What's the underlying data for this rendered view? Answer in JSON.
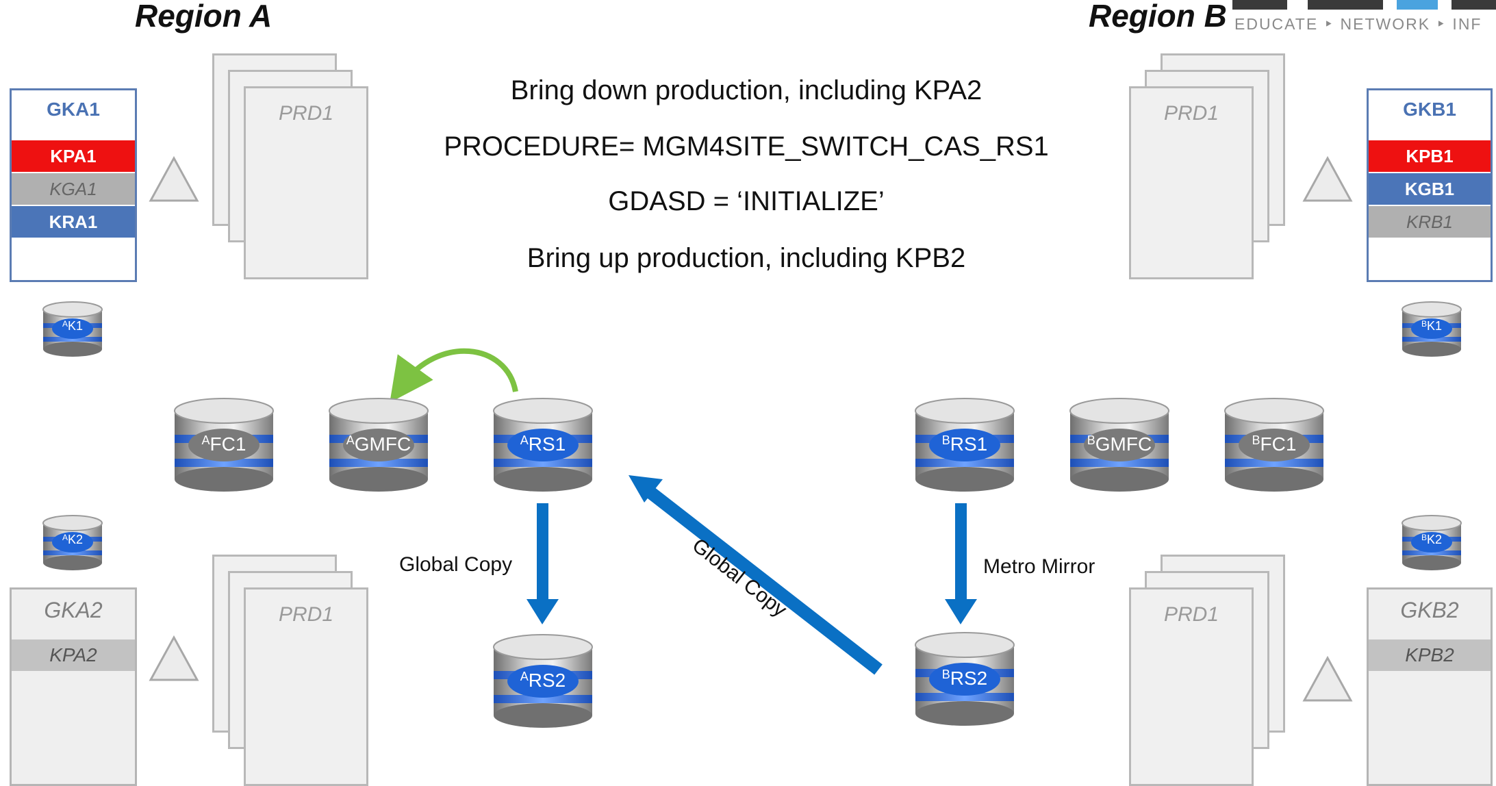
{
  "header": {
    "region_a": "Region A",
    "region_b": "Region B",
    "brand_tagline": "EDUCATE ‣ NETWORK ‣ INF"
  },
  "center_text": {
    "line1": "Bring down production, including KPA2",
    "line2": "PROCEDURE= MGM4SITE_SWITCH_CAS_RS1",
    "line3": "GDASD = ‘INITIALIZE’",
    "line4": "Bring up production, including KPB2"
  },
  "systems": {
    "gka1": {
      "title": "GKA1",
      "rows": [
        "KPA1",
        "KGA1",
        "KRA1"
      ]
    },
    "gkb1": {
      "title": "GKB1",
      "rows": [
        "KPB1",
        "KGB1",
        "KRB1"
      ]
    },
    "gka2": {
      "title": "GKA2",
      "rows": [
        "KPA2"
      ]
    },
    "gkb2": {
      "title": "GKB2",
      "rows": [
        "KPB2"
      ]
    }
  },
  "pages": {
    "label": "PRD1"
  },
  "disks": {
    "ak1": {
      "sup": "A",
      "name": "K1"
    },
    "ak2": {
      "sup": "A",
      "name": "K2"
    },
    "bk1": {
      "sup": "B",
      "name": "K1"
    },
    "bk2": {
      "sup": "B",
      "name": "K2"
    },
    "afc1": {
      "sup": "A",
      "name": "FC1"
    },
    "agmfc": {
      "sup": "A",
      "name": "GMFC"
    },
    "ars1": {
      "sup": "A",
      "name": "RS1"
    },
    "ars2": {
      "sup": "A",
      "name": "RS2"
    },
    "brs1": {
      "sup": "B",
      "name": "RS1"
    },
    "bgmfc": {
      "sup": "B",
      "name": "GMFC"
    },
    "bfc1": {
      "sup": "B",
      "name": "FC1"
    },
    "brs2": {
      "sup": "B",
      "name": "RS2"
    }
  },
  "arrows": {
    "global_copy": "Global Copy",
    "metro_mirror": "Metro Mirror",
    "diagonal": "Global Copy"
  },
  "colors": {
    "accent_blue": "#0a70c4",
    "green_arrow": "#7dc242",
    "red": "#ee1111"
  }
}
